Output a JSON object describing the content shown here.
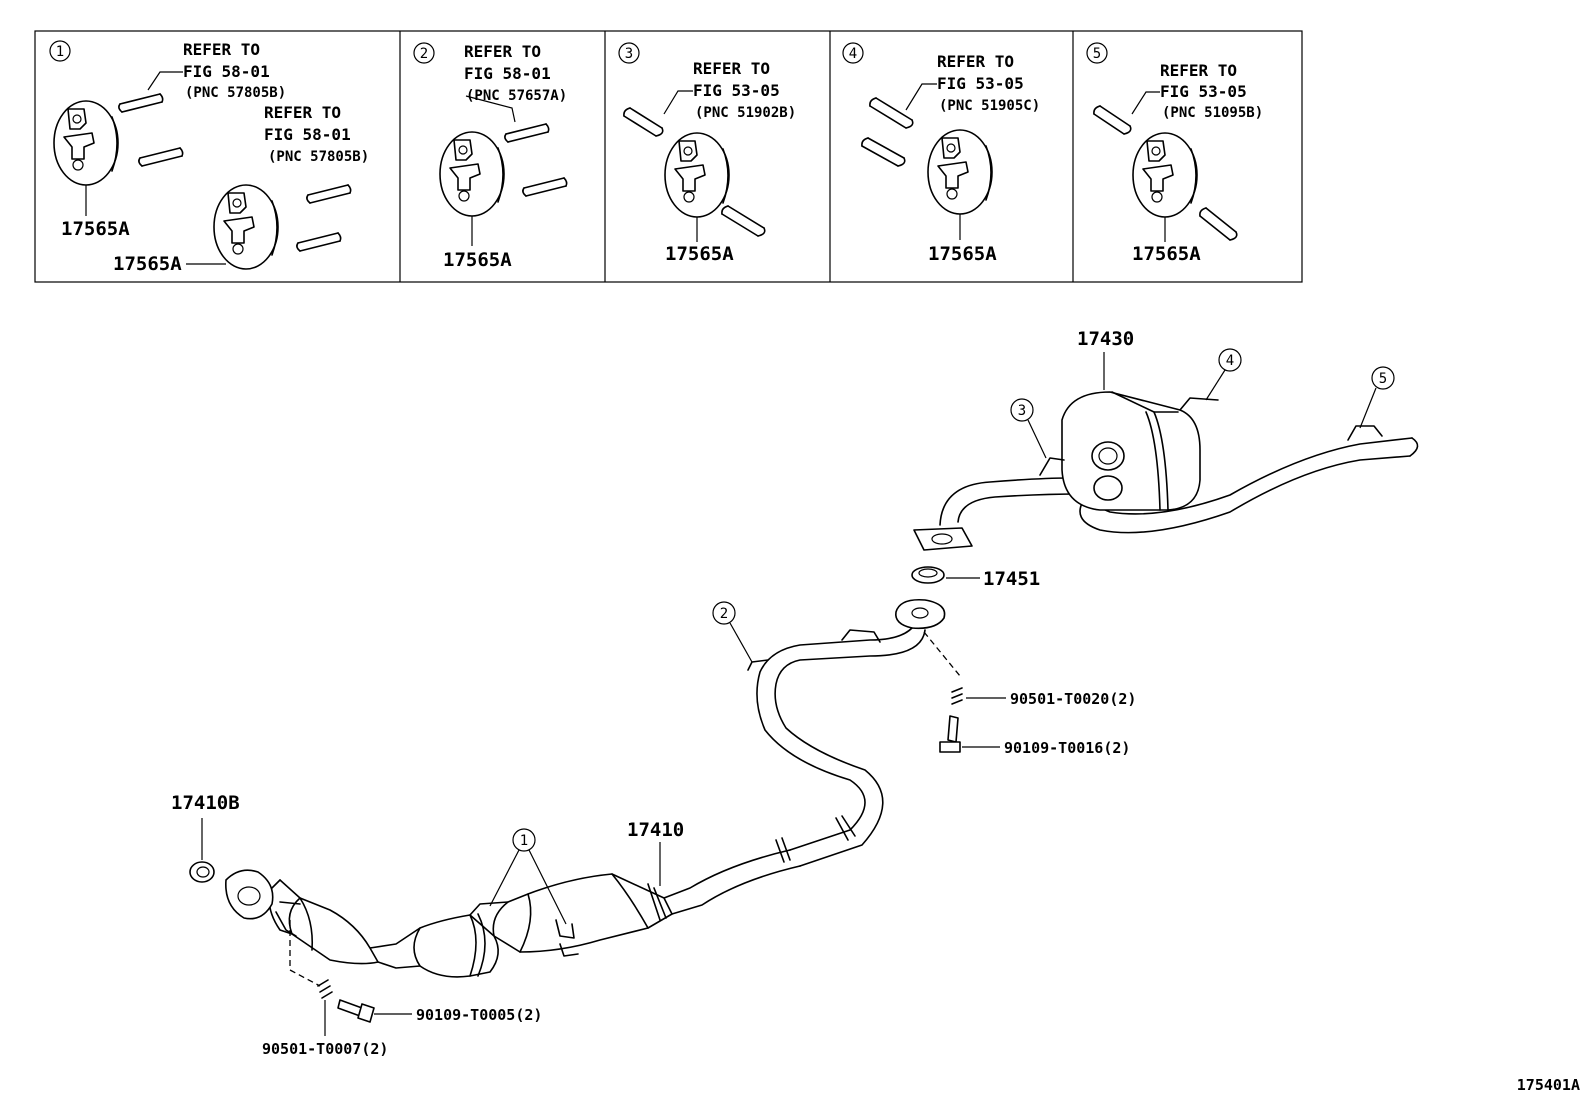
{
  "insets": [
    {
      "num": "1",
      "refs": [
        {
          "l1": "REFER TO",
          "l2": "FIG 58-01",
          "l3": "(PNC 57805B)"
        },
        {
          "l1": "REFER TO",
          "l2": "FIG 58-01",
          "l3": "(PNC 57805B)"
        }
      ],
      "parts": [
        "17565A",
        "17565A"
      ]
    },
    {
      "num": "2",
      "refs": [
        {
          "l1": "REFER TO",
          "l2": "FIG 58-01",
          "l3": "(PNC 57657A)"
        }
      ],
      "parts": [
        "17565A"
      ]
    },
    {
      "num": "3",
      "refs": [
        {
          "l1": "REFER TO",
          "l2": "FIG 53-05",
          "l3": "(PNC 51902B)"
        }
      ],
      "parts": [
        "17565A"
      ]
    },
    {
      "num": "4",
      "refs": [
        {
          "l1": "REFER TO",
          "l2": "FIG 53-05",
          "l3": "(PNC 51905C)"
        }
      ],
      "parts": [
        "17565A"
      ]
    },
    {
      "num": "5",
      "refs": [
        {
          "l1": "REFER TO",
          "l2": "FIG 53-05",
          "l3": "(PNC 51095B)"
        }
      ],
      "parts": [
        "17565A"
      ]
    }
  ],
  "main": {
    "labels": {
      "muffler": "17430",
      "gasket_mid": "17451",
      "spring_upper": "90501-T0020(2)",
      "bolt_upper": "90109-T0016(2)",
      "front_pipe": "17410",
      "gasket_front": "17410B",
      "bolt_lower": "90109-T0005(2)",
      "spring_lower": "90501-T0007(2)"
    },
    "callouts": {
      "c1": "1",
      "c2": "2",
      "c3": "3",
      "c4": "4",
      "c5": "5"
    }
  },
  "figure_code": "175401A"
}
